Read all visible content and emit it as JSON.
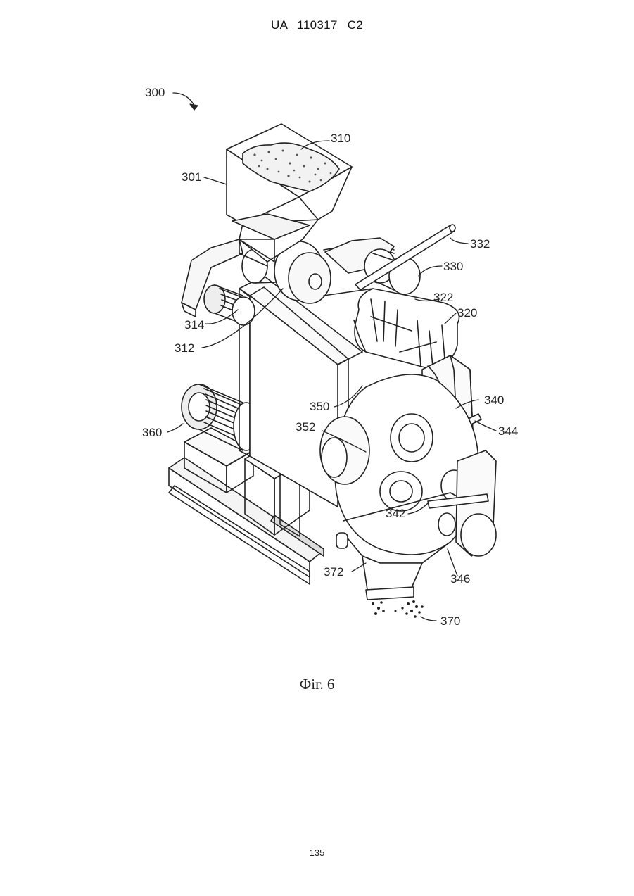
{
  "header": {
    "text": "UA   110317   C2"
  },
  "labels": {
    "l300": "300",
    "l310": "310",
    "l301": "301",
    "l332": "332",
    "l330": "330",
    "l322": "322",
    "l320": "320",
    "l314": "314",
    "l312": "312",
    "l340": "340",
    "l350": "350",
    "l344": "344",
    "l352": "352",
    "l360": "360",
    "l342": "342",
    "l372": "372",
    "l346": "346",
    "l370": "370"
  },
  "caption": "Фіг. 6",
  "page_number": "135"
}
